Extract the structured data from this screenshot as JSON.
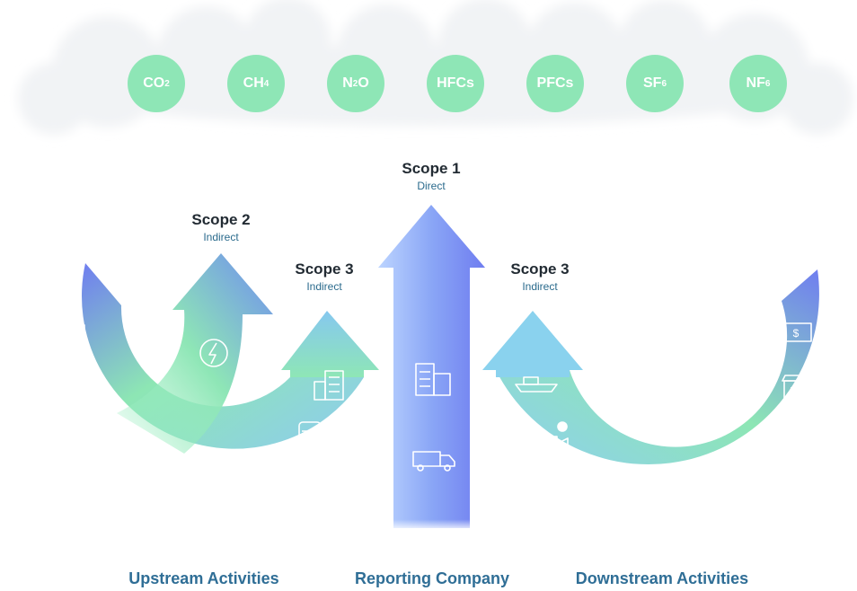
{
  "gases": [
    {
      "base": "CO",
      "sub": "2"
    },
    {
      "base": "CH",
      "sub": "4"
    },
    {
      "base": "N",
      "sub": "2",
      "tail": "O"
    },
    {
      "base": "HFCs",
      "sub": ""
    },
    {
      "base": "PFCs",
      "sub": ""
    },
    {
      "base": "SF",
      "sub": "6"
    },
    {
      "base": "NF",
      "sub": "6"
    }
  ],
  "scopes": {
    "scope2": {
      "title": "Scope 2",
      "subtitle": "Indirect"
    },
    "scope3_left": {
      "title": "Scope 3",
      "subtitle": "Indirect"
    },
    "scope1": {
      "title": "Scope 1",
      "subtitle": "Direct"
    },
    "scope3_right": {
      "title": "Scope 3",
      "subtitle": "Indirect"
    }
  },
  "footer": {
    "upstream": "Upstream Activities",
    "reporting": "Reporting Company",
    "downstream": "Downstream Activities"
  },
  "colors": {
    "gas_circle": "#8ee6b6",
    "blue": "#6f7df0",
    "green": "#8ee6b6",
    "heading": "#222b33",
    "accent_text": "#2f6e96"
  },
  "icons": {
    "upstream_arc": [
      "factory-icon",
      "tow-truck-icon",
      "mining-cart-icon",
      "ship-icon",
      "recycle-bin-icon",
      "airplane-icon",
      "train-icon",
      "office-building-icon"
    ],
    "scope2_arrow": [
      "lightning-icon"
    ],
    "scope1_arrow": [
      "office-building-icon",
      "truck-icon"
    ],
    "downstream_arc": [
      "ship-icon",
      "factory-icon",
      "lightbulb-icon",
      "trash-can-icon",
      "office-building-icon",
      "storefront-icon",
      "dollar-bill-icon"
    ]
  }
}
